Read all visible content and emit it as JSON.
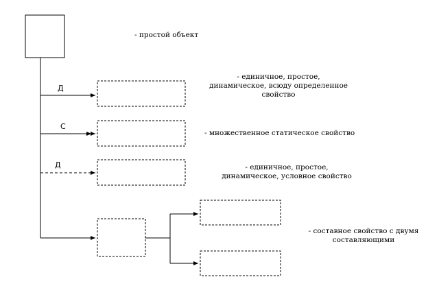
{
  "descriptions": {
    "simple_object": "- простой объект",
    "single_property": {
      "line1": "- единичное, простое,",
      "line2": "динамическое, всюду определенное",
      "line3": "свойство"
    },
    "multiple_static": "- множественное статическое свойство",
    "conditional_property": {
      "line1": "- единичное, простое,",
      "line2": "динамическое, условное свойство"
    },
    "composite_property": {
      "line1": "- составное свойство с двумя",
      "line2": "составляющими"
    }
  },
  "edges": {
    "single": "Д",
    "multiple": "С",
    "conditional": "Д"
  }
}
